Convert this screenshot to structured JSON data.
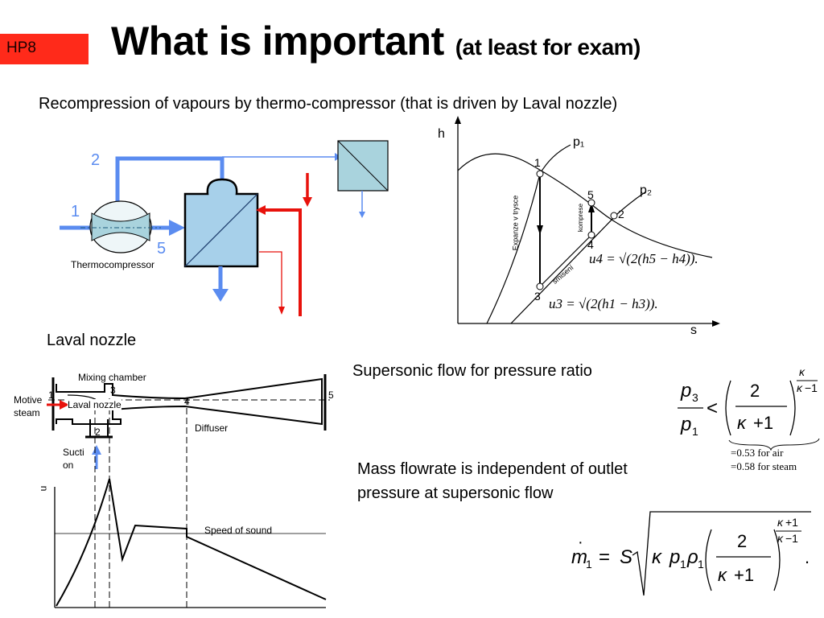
{
  "badge": "HP8",
  "title": {
    "main": "What is important",
    "sub": "(at least for exam)"
  },
  "subtitle": "Recompression of vapours by thermo-compressor (that is driven by Laval nozzle)",
  "scheme": {
    "label_2": "2",
    "label_1": "1",
    "label_5": "5",
    "thermocompressor": "Thermocompressor"
  },
  "hs_diagram": {
    "axis_h": "h",
    "axis_s": "s",
    "p1": "p₁",
    "p2": "p₂",
    "pt1": "1",
    "pt2": "2",
    "pt3": "3",
    "pt4": "4",
    "pt5": "5",
    "expanze": "Expanze v trysce",
    "komprese": "komprese",
    "smiseni": "smisení",
    "eq_u4": "u4 = √(2(h5 − h4)).",
    "eq_u3": "u3 = √(2(h1 − h3))."
  },
  "laval": {
    "heading": "Laval nozzle",
    "mixing_chamber": "Mixing chamber",
    "motive_steam_1": "Motive",
    "motive_steam_2": "steam",
    "laval_nozzle": "Laval nozzle",
    "diffuser": "Diffuser",
    "suction_1": "Sucti",
    "suction_2": "on",
    "speed_of_sound": "Speed of sound",
    "axis_u": "u",
    "n1": "1",
    "n2": "2",
    "n3": "3",
    "n4": "4",
    "n5": "5"
  },
  "supersonic": {
    "heading": "Supersonic flow for pressure ratio",
    "air": "=0.53 for air",
    "steam": "=0.58 for steam"
  },
  "massflow": {
    "line1": "Mass flowrate is independent of outlet",
    "line2": "pressure at supersonic flow"
  },
  "colors": {
    "red": "#e8120c",
    "blue": "#5b8cf0",
    "light_blue": "#a9cfe0",
    "badge": "#ff2a1a"
  }
}
